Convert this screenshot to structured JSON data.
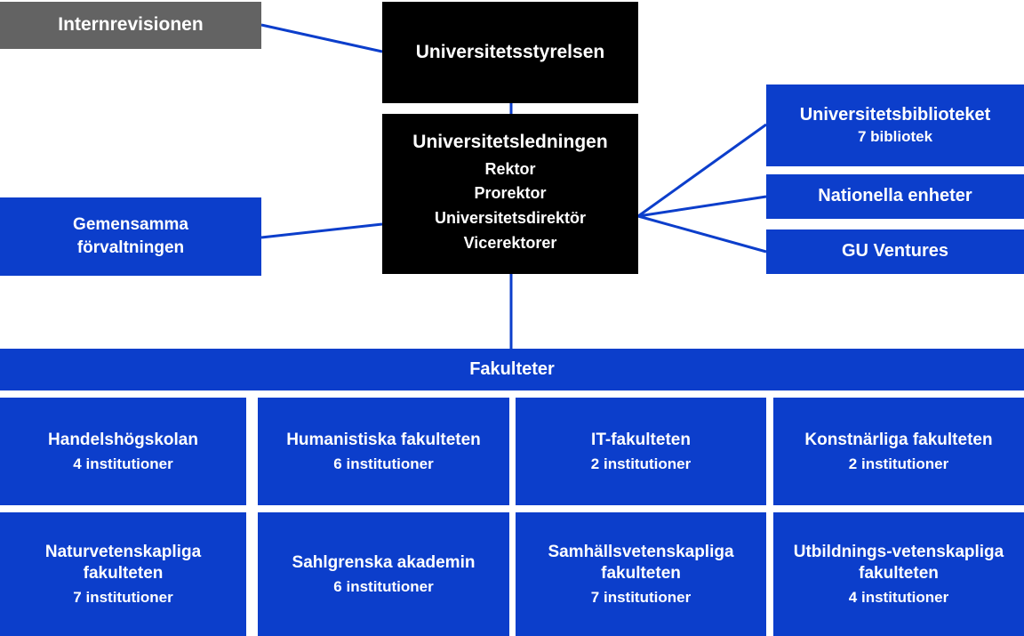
{
  "colors": {
    "blue": "#0c3ecb",
    "black": "#000000",
    "gray": "#636363",
    "white": "#ffffff",
    "line": "#0c3ecb"
  },
  "nodes": {
    "internal_audit": {
      "title": "Internrevisionen"
    },
    "board": {
      "title": "Universitetsstyrelsen"
    },
    "leadership": {
      "title": "Universitetsledningen",
      "roles": [
        "Rektor",
        "Prorektor",
        "Universitetsdirektör",
        "Vicerektorer"
      ]
    },
    "admin": {
      "title": "Gemensamma\nförvaltningen",
      "line1": "Gemensamma",
      "line2": "förvaltningen"
    },
    "library": {
      "title": "Universitetsbiblioteket",
      "sub": "7 bibliotek"
    },
    "national_units": {
      "title": "Nationella enheter"
    },
    "gu_ventures": {
      "title": "GU Ventures"
    }
  },
  "faculties_header": {
    "title": "Fakulteter"
  },
  "faculties": [
    {
      "title": "Handelshögskolan",
      "sub": "4 institutioner"
    },
    {
      "title": "Humanistiska fakulteten",
      "sub": "6 institutioner"
    },
    {
      "title": "IT-fakulteten",
      "sub": "2 institutioner"
    },
    {
      "title": "Konstnärliga fakulteten",
      "sub": "2 institutioner"
    },
    {
      "title": "Naturvetenskapliga fakulteten",
      "sub": "7 institutioner"
    },
    {
      "title": "Sahlgrenska akademin",
      "sub": "6 institutioner"
    },
    {
      "title": "Samhällsvetenskapliga fakulteten",
      "sub": "7 institutioner"
    },
    {
      "title": "Utbildnings-vetenskapliga fakulteten",
      "sub": "4 institutioner"
    }
  ]
}
